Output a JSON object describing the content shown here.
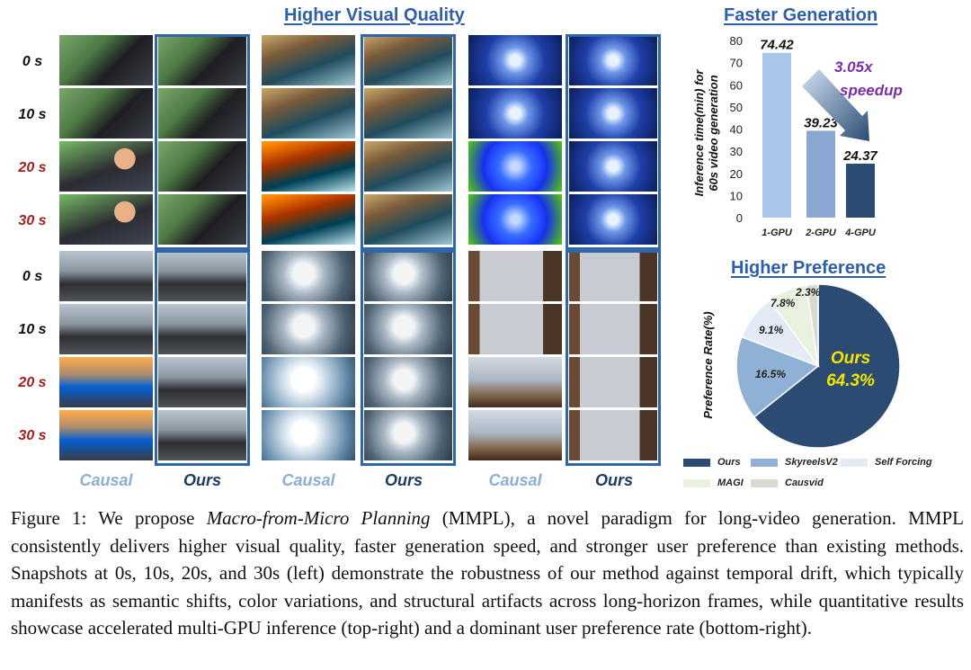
{
  "sections": {
    "quality_title": "Higher Visual Quality",
    "speed_title": "Faster Generation",
    "preference_title": "Higher Preference"
  },
  "time_labels": [
    "0 s",
    "10 s",
    "20 s",
    "30 s",
    "0 s",
    "10 s",
    "20 s",
    "30 s"
  ],
  "column_labels": [
    "Causal",
    "Ours",
    "Causal",
    "Ours",
    "Causal",
    "Ours"
  ],
  "colors": {
    "accent_blue": "#2f5fa8",
    "time_red": "#a3201d",
    "ours_dark": "#2b4b73",
    "skyreels": "#8fb1d6",
    "self_forcing": "#e3ebf6",
    "magi": "#e8f2df",
    "causvid": "#d8dcd0",
    "speedup_purple": "#7a2fa8"
  },
  "chart_data": [
    {
      "type": "bar",
      "title": "Faster Generation",
      "categories": [
        "1-GPU",
        "2-GPU",
        "4-GPU"
      ],
      "values": [
        74.42,
        39.23,
        24.37
      ],
      "value_labels": [
        "74.42",
        "39.23",
        "24.37"
      ],
      "ylabel": "Inference time(min) for 60s video generation",
      "ylabel_lines": [
        "Inference time(min) for",
        "60s video generation"
      ],
      "ylim": [
        0,
        80
      ],
      "yticks": [
        0,
        10,
        20,
        30,
        40,
        50,
        60,
        70,
        80
      ],
      "grid": false,
      "bar_colors": [
        "#a7c6ea",
        "#8aa6d2",
        "#2b4b73"
      ],
      "annotation": {
        "lines": [
          "3.05x",
          "speedup"
        ],
        "color": "#7a2fa8"
      }
    },
    {
      "type": "pie",
      "title": "Higher Preference",
      "ylabel": "Preference Rate(%)",
      "slices": [
        {
          "name": "Ours",
          "value": 64.3,
          "label": "64.3%",
          "color": "#2b4b73"
        },
        {
          "name": "SkyreelsV2",
          "value": 16.5,
          "label": "16.5%",
          "color": "#8fb1d6"
        },
        {
          "name": "Self Forcing",
          "value": 9.1,
          "label": "9.1%",
          "color": "#e3ebf6"
        },
        {
          "name": "MAGI",
          "value": 7.8,
          "label": "7.8%",
          "color": "#e8f2df"
        },
        {
          "name": "Causvid",
          "value": 2.3,
          "label": "2.3%",
          "color": "#d8dcd0"
        }
      ],
      "ours_label": "Ours",
      "ours_percent": "64.3%",
      "legend_placement": "bottom"
    }
  ],
  "caption": {
    "fig_label": "Figure 1:",
    "text_before": " We propose ",
    "method_name": "Macro-from-Micro Planning",
    "text_after": " (MMPL), a novel paradigm for long-video generation. MMPL consistently delivers higher visual quality, faster generation speed, and stronger user preference than existing methods. Snapshots at 0s, 10s, 20s, and 30s (left) demonstrate the robustness of our method against temporal drift, which typically manifests as semantic shifts, color variations, and structural artifacts across long-horizon frames, while quantitative results showcase accelerated multi-GPU inference (top-right) and a dominant user preference rate (bottom-right)."
  }
}
